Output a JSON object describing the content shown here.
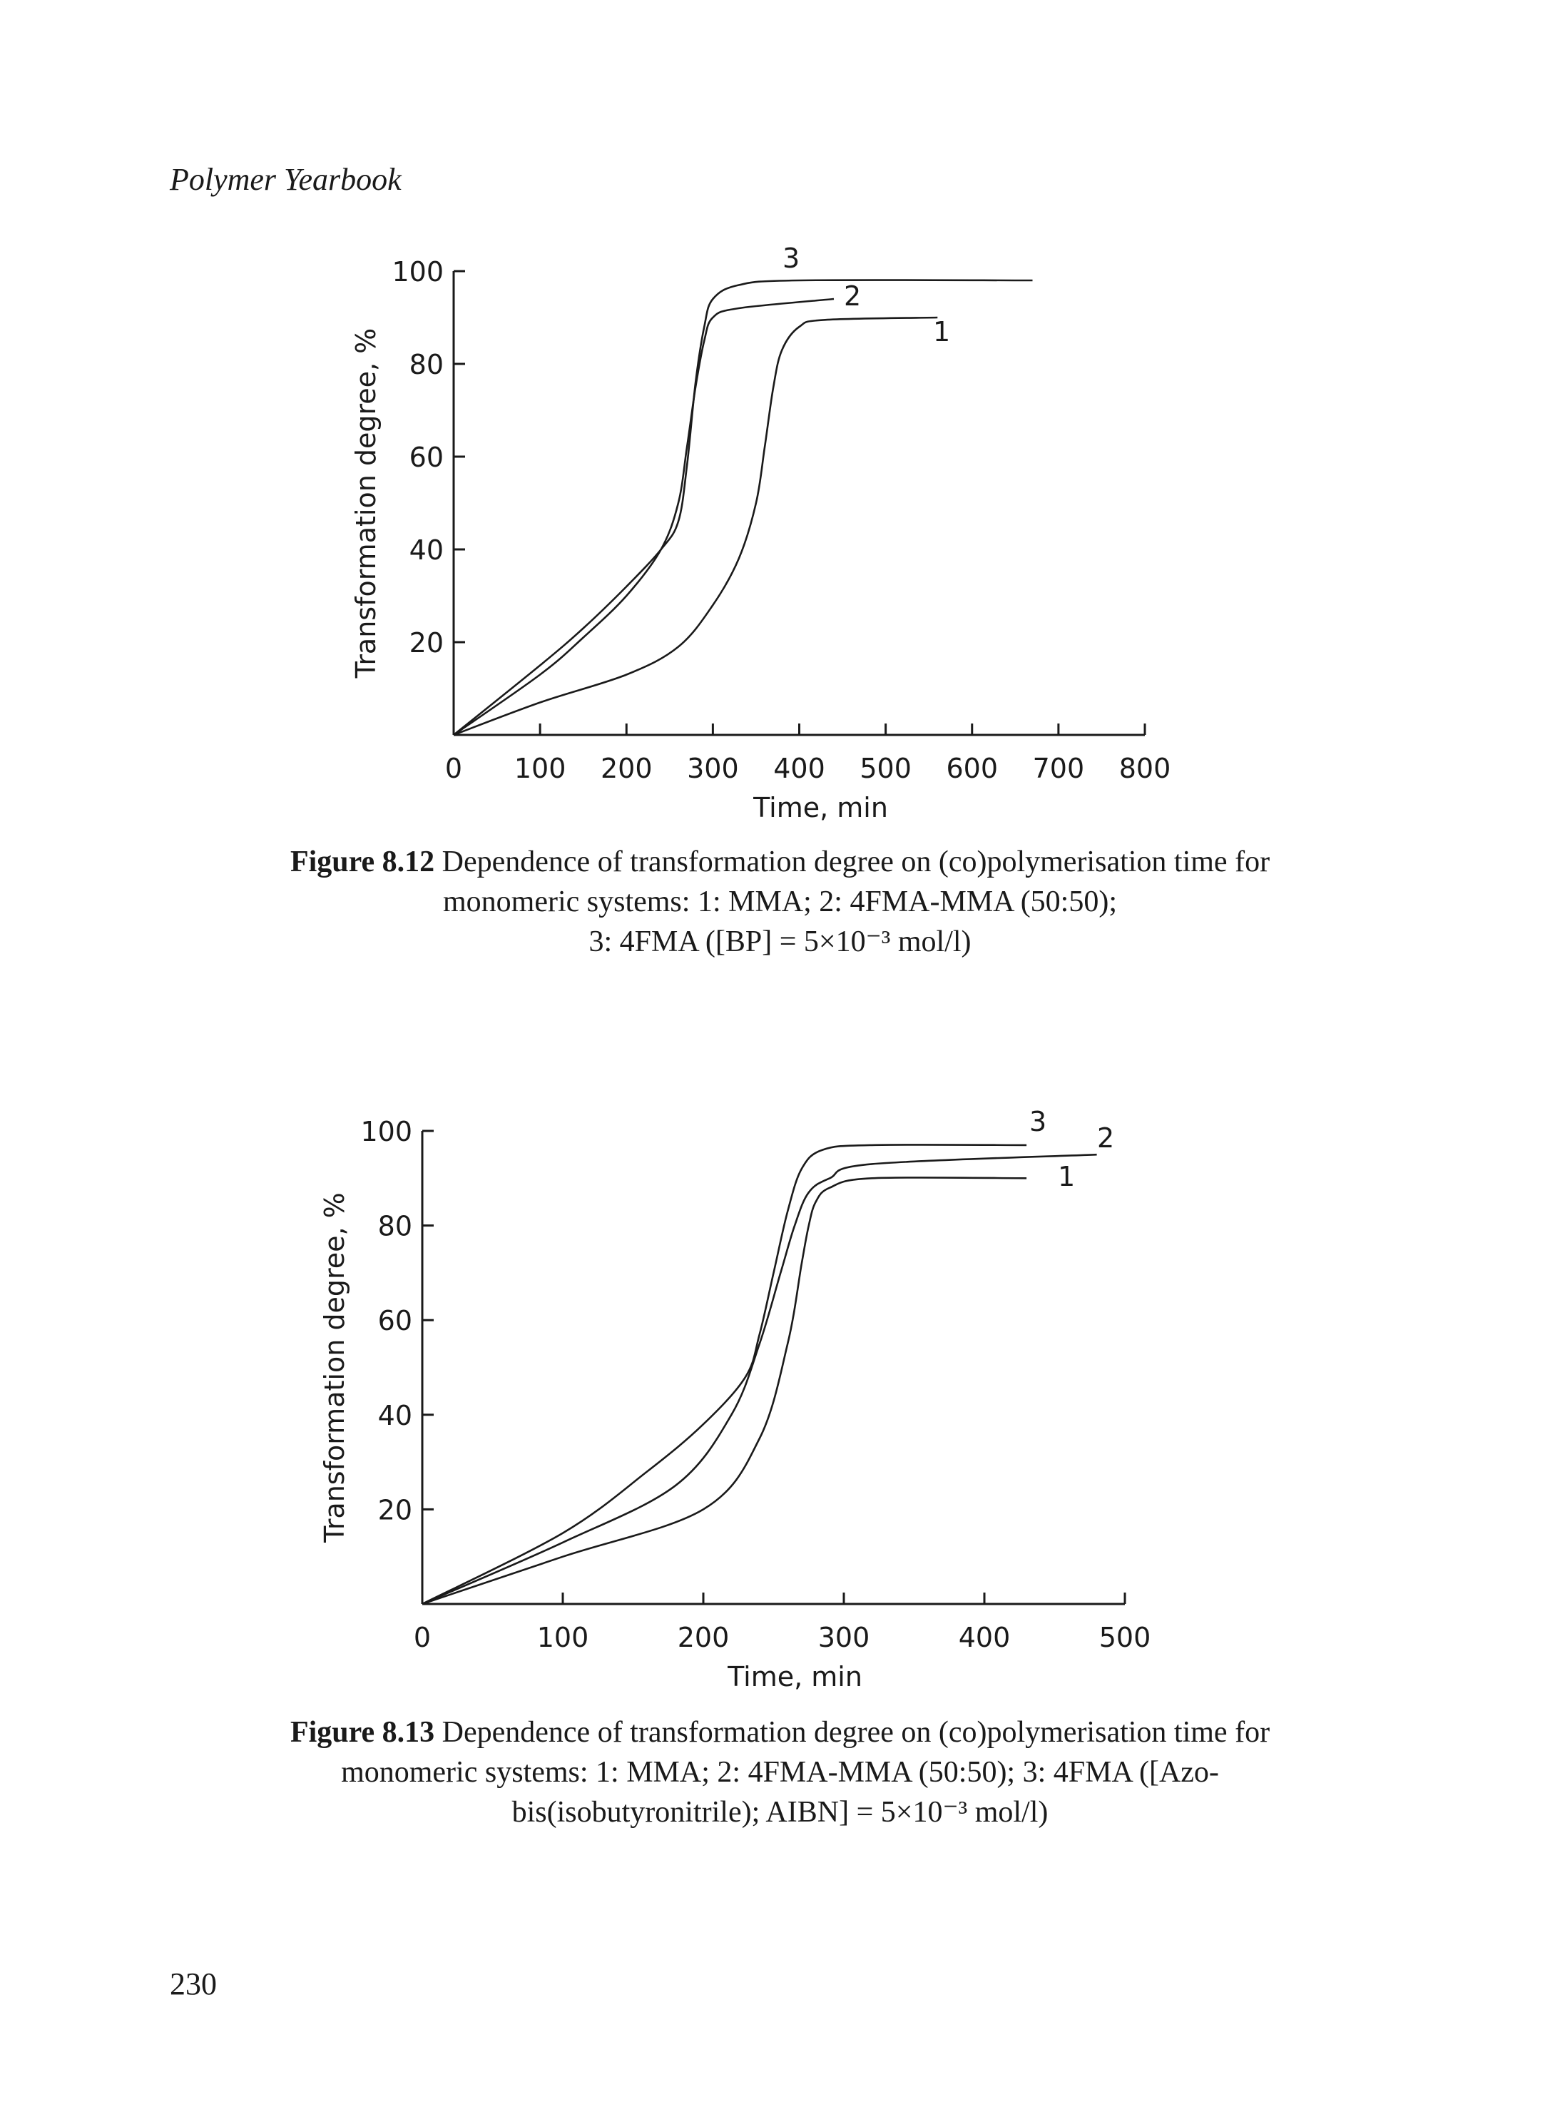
{
  "header": {
    "running_title": "Polymer Yearbook"
  },
  "page_number": "230",
  "chart_data": [
    {
      "type": "line",
      "xlabel": "Time, min",
      "ylabel": "Transformation degree, %",
      "xlim": [
        0,
        800
      ],
      "ylim": [
        0,
        100
      ],
      "x_ticks": [
        "0",
        "100",
        "200",
        "300",
        "400",
        "500",
        "600",
        "700",
        "800"
      ],
      "y_ticks": [
        "20",
        "40",
        "60",
        "80",
        "100"
      ],
      "series": [
        {
          "name": "1",
          "x": [
            0,
            100,
            200,
            260,
            300,
            330,
            350,
            360,
            370,
            380,
            400,
            430,
            560
          ],
          "y": [
            0,
            7,
            13,
            19,
            28,
            38,
            50,
            62,
            75,
            83,
            88,
            89.5,
            90
          ]
        },
        {
          "name": "2",
          "x": [
            0,
            100,
            150,
            200,
            240,
            260,
            270,
            280,
            290,
            300,
            330,
            440
          ],
          "y": [
            0,
            13,
            21,
            30,
            40,
            50,
            62,
            75,
            85,
            90,
            92,
            94
          ]
        },
        {
          "name": "3",
          "x": [
            0,
            100,
            150,
            200,
            240,
            260,
            270,
            280,
            290,
            300,
            330,
            400,
            670
          ],
          "y": [
            0,
            15,
            23,
            32,
            40,
            46,
            58,
            76,
            88,
            94,
            97,
            98,
            98
          ]
        }
      ],
      "grid": false,
      "legend": "labels at line ends"
    },
    {
      "type": "line",
      "xlabel": "Time, min",
      "ylabel": "Transformation degree, %",
      "xlim": [
        0,
        500
      ],
      "ylim": [
        0,
        100
      ],
      "x_ticks": [
        "0",
        "100",
        "200",
        "300",
        "400",
        "500"
      ],
      "y_ticks": [
        "20",
        "40",
        "60",
        "80",
        "100"
      ],
      "series": [
        {
          "name": "1",
          "x": [
            0,
            100,
            200,
            240,
            260,
            270,
            275,
            280,
            290,
            320,
            430
          ],
          "y": [
            0,
            10,
            20,
            35,
            55,
            72,
            80,
            85,
            88,
            90,
            90
          ]
        },
        {
          "name": "2",
          "x": [
            0,
            100,
            180,
            220,
            240,
            255,
            265,
            275,
            290,
            320,
            480
          ],
          "y": [
            0,
            13,
            25,
            40,
            55,
            70,
            80,
            87,
            90,
            93,
            95
          ]
        },
        {
          "name": "3",
          "x": [
            0,
            100,
            160,
            200,
            230,
            240,
            250,
            260,
            270,
            285,
            320,
            430
          ],
          "y": [
            0,
            15,
            28,
            38,
            48,
            57,
            70,
            83,
            92,
            96,
            97,
            97
          ]
        }
      ],
      "grid": false,
      "legend": "labels at line ends"
    }
  ],
  "captions": [
    {
      "number": "Figure 8.12",
      "lines": [
        " Dependence of transformation degree on (co)polymerisation time for",
        "monomeric systems: 1: MMA; 2: 4FMA-MMA (50:50);",
        "3: 4FMA ([BP] = 5×10⁻³ mol/l)"
      ]
    },
    {
      "number": "Figure 8.13",
      "lines": [
        " Dependence of transformation degree on (co)polymerisation time for",
        "monomeric systems: 1: MMA; 2: 4FMA-MMA (50:50); 3: 4FMA ([Azo-",
        "bis(isobutyronitrile); AIBN] = 5×10⁻³ mol/l)"
      ]
    }
  ]
}
